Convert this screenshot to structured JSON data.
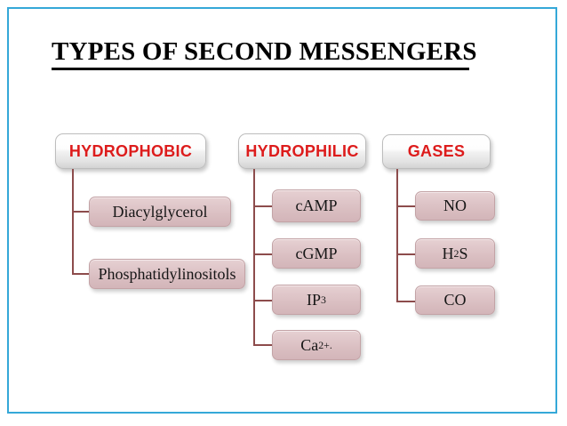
{
  "slide": {
    "title": "TYPES OF SECOND MESSENGERS",
    "frame_color": "#35a8d8",
    "background": "#ffffff"
  },
  "style": {
    "header_text_color": "#dd1c1c",
    "node_fill": "#ddc3c6",
    "node_border": "#c3a3a6",
    "connector_color": "#8d4c4c",
    "title_color": "#000000"
  },
  "columns": [
    {
      "id": "hydrophobic",
      "header": "HYDROPHOBIC",
      "children": [
        {
          "label": "Diacylglycerol"
        },
        {
          "label": "Phosphatidylinositols"
        }
      ]
    },
    {
      "id": "hydrophilic",
      "header": "HYDROPHILIC",
      "children": [
        {
          "label": "cAMP"
        },
        {
          "label": "cGMP"
        },
        {
          "label": "IP",
          "sub": "3"
        },
        {
          "label": "Ca",
          "sup": "2+."
        }
      ]
    },
    {
      "id": "gases",
      "header": "GASES",
      "children": [
        {
          "label": "NO"
        },
        {
          "label": "H",
          "sub": "2",
          "tail": "S"
        },
        {
          "label": "CO"
        }
      ]
    }
  ]
}
